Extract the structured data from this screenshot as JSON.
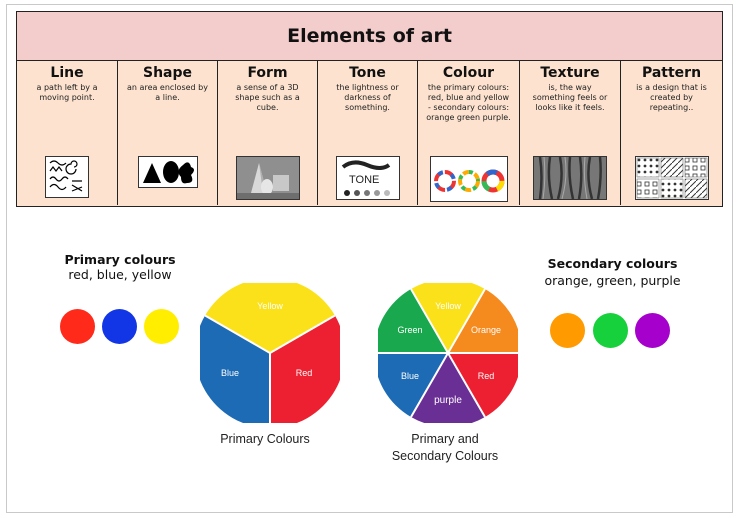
{
  "title": "Elements of art",
  "elements": [
    {
      "name": "Line",
      "desc": "a path left by a moving point."
    },
    {
      "name": "Shape",
      "desc": "an area enclosed by a line."
    },
    {
      "name": "Form",
      "desc": "a sense of a 3D shape such as a cube."
    },
    {
      "name": "Tone",
      "desc": "the lightness or darkness of something."
    },
    {
      "name": "Colour",
      "desc": "the primary colours: red, blue and yellow - secondary colours: orange green purple."
    },
    {
      "name": "Texture",
      "desc": "is, the way something feels or looks like it feels."
    },
    {
      "name": "Pattern",
      "desc": "is a design that is created by repeating.."
    }
  ],
  "tone_thumb_text": "TONE",
  "primary": {
    "heading": "Primary colours",
    "list": "red, blue, yellow",
    "colors": [
      "#ff2a1a",
      "#1236e6",
      "#ffee00"
    ],
    "wheel_labels": {
      "yellow": "Yellow",
      "blue": "Blue",
      "red": "Red"
    },
    "caption": "Primary Colours"
  },
  "secondary": {
    "heading": "Secondary colours",
    "list": "orange, green, purple",
    "colors": [
      "#ff9a00",
      "#17d13c",
      "#a500cc"
    ],
    "wheel_labels": {
      "yellow": "Yellow",
      "orange": "Orange",
      "red": "Red",
      "purple": "purple",
      "blue": "Blue",
      "green": "Green"
    },
    "caption_line1": "Primary and",
    "caption_line2": "Secondary Colours"
  }
}
